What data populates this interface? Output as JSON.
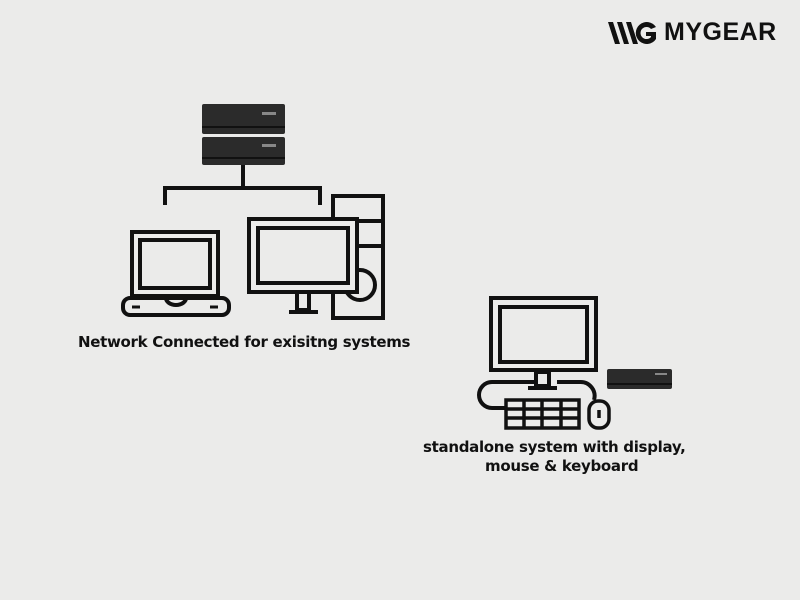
{
  "brand": {
    "logo_text": "MYGEAR"
  },
  "labels": {
    "network": "Network Connected for exisitng systems",
    "standalone_line1": "standalone system with display,",
    "standalone_line2": "mouse & keyboard"
  },
  "colors": {
    "background": "#ebebea",
    "stroke": "#111111",
    "device": "#2b2b2b"
  }
}
